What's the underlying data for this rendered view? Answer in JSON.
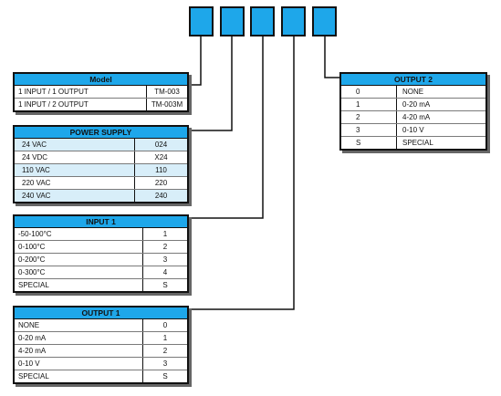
{
  "model": {
    "title": "Model",
    "rows": [
      {
        "label": "1 INPUT / 1 OUTPUT",
        "code": "TM-003"
      },
      {
        "label": "1 INPUT / 2 OUTPUT",
        "code": "TM-003M"
      }
    ]
  },
  "power_supply": {
    "title": "POWER SUPPLY",
    "rows": [
      {
        "label": "24 VAC",
        "code": "024"
      },
      {
        "label": "24 VDC",
        "code": "X24"
      },
      {
        "label": "110 VAC",
        "code": "110"
      },
      {
        "label": "220 VAC",
        "code": "220"
      },
      {
        "label": "240 VAC",
        "code": "240"
      }
    ]
  },
  "input1": {
    "title": "INPUT 1",
    "rows": [
      {
        "label": "-50-100°C",
        "code": "1"
      },
      {
        "label": "0-100°C",
        "code": "2"
      },
      {
        "label": "0-200°C",
        "code": "3"
      },
      {
        "label": "0-300°C",
        "code": "4"
      },
      {
        "label": "SPECIAL",
        "code": "S"
      }
    ]
  },
  "output1": {
    "title": "OUTPUT 1",
    "rows": [
      {
        "label": "NONE",
        "code": "0"
      },
      {
        "label": "0-20 mA",
        "code": "1"
      },
      {
        "label": "4-20 mA",
        "code": "2"
      },
      {
        "label": "0-10 V",
        "code": "3"
      },
      {
        "label": "SPECIAL",
        "code": "S"
      }
    ]
  },
  "output2": {
    "title": "OUTPUT 2",
    "rows": [
      {
        "code": "0",
        "label": "NONE"
      },
      {
        "code": "1",
        "label": "0-20 mA"
      },
      {
        "code": "2",
        "label": "4-20 mA"
      },
      {
        "code": "3",
        "label": "0-10 V"
      },
      {
        "code": "S",
        "label": "SPECIAL"
      }
    ]
  },
  "colors": {
    "accent": "#1ea7ea",
    "border": "#111111"
  }
}
